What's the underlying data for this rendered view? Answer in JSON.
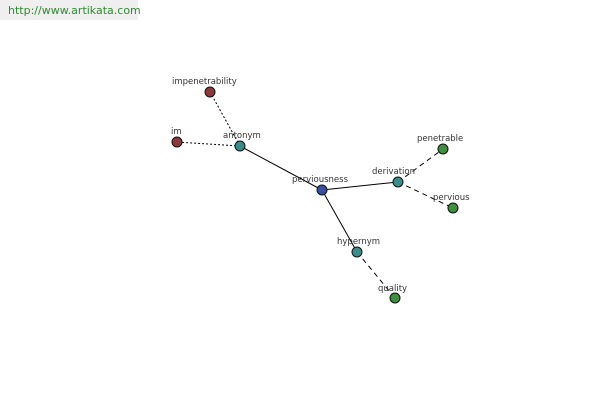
{
  "site": {
    "url_text": "http://www.artikata.com"
  },
  "colors": {
    "background": "#ffffff",
    "badge_background": "#efefef",
    "link": "#2e8b2e",
    "center_node": "#3a4f9e",
    "relation_node": "#3c8c8c",
    "antonym_node": "#8a3a3a",
    "related_word_node": "#3f8f3f",
    "edge": "#000000"
  },
  "graph": {
    "center": "perviousness",
    "nodes": [
      {
        "id": "perviousness",
        "label": "perviousness",
        "kind": "center"
      },
      {
        "id": "antonym",
        "label": "antonym",
        "kind": "relation"
      },
      {
        "id": "derivation",
        "label": "derivation",
        "kind": "relation"
      },
      {
        "id": "hypernym",
        "label": "hypernym",
        "kind": "relation"
      },
      {
        "id": "impenetrability",
        "label": "impenetrability",
        "kind": "antonym"
      },
      {
        "id": "im",
        "label": "im",
        "kind": "antonym"
      },
      {
        "id": "penetrable",
        "label": "penetrable",
        "kind": "related_word"
      },
      {
        "id": "pervious",
        "label": "pervious",
        "kind": "related_word"
      },
      {
        "id": "quality",
        "label": "quality",
        "kind": "related_word"
      }
    ],
    "edges": [
      {
        "from": "perviousness",
        "to": "antonym",
        "style": "solid"
      },
      {
        "from": "perviousness",
        "to": "derivation",
        "style": "solid"
      },
      {
        "from": "perviousness",
        "to": "hypernym",
        "style": "solid"
      },
      {
        "from": "antonym",
        "to": "impenetrability",
        "style": "dotted"
      },
      {
        "from": "antonym",
        "to": "im",
        "style": "dotted"
      },
      {
        "from": "derivation",
        "to": "penetrable",
        "style": "dashed"
      },
      {
        "from": "derivation",
        "to": "pervious",
        "style": "dashed"
      },
      {
        "from": "hypernym",
        "to": "quality",
        "style": "dashed"
      }
    ]
  }
}
